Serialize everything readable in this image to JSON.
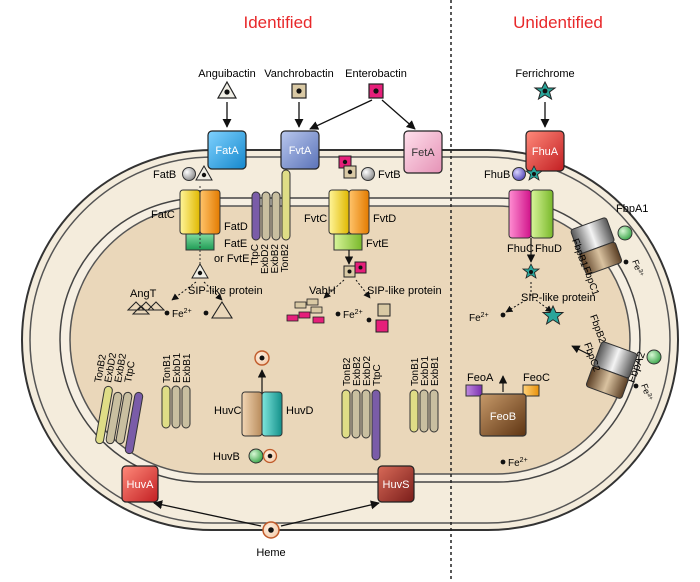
{
  "headings": {
    "left": "Identified",
    "right": "Unidentified"
  },
  "colors": {
    "heading": "#e8282a",
    "membrane_fill": "#f3ead9",
    "cytoplasm_fill": "#e9d6ba",
    "fatA": "#1fa3e6",
    "fvtA": "#7a92d0",
    "fetA": "#f3b0cc",
    "fhuA": "#d9323a",
    "huvA": "#db3a32",
    "huvS": "#9b2a28",
    "feoB": "#7b4a22"
  },
  "siderophores": {
    "anguibactin": "Anguibactin",
    "vanchrobactin": "Vanchrobactin",
    "enterobactin": "Enterobactin",
    "ferrichrome": "Ferrichrome",
    "heme": "Heme"
  },
  "outer_receptors": {
    "fatA": "FatA",
    "fvtA": "FvtA",
    "fetA": "FetA",
    "fhuA": "FhuA",
    "huvA": "HuvA",
    "huvS": "HuvS"
  },
  "periplasmic": {
    "fatB": "FatB",
    "fvtB": "FvtB",
    "fhuB": "FhuB",
    "huvB": "HuvB"
  },
  "tonb_complex": [
    "TtpC",
    "ExbD2",
    "ExbB2",
    "TonB2"
  ],
  "tonb_complex_left": [
    "TonB2",
    "ExbD2",
    "ExbB2",
    "TtpC"
  ],
  "tonb_complex_right": [
    "TonB2",
    "ExbB2",
    "ExbD2",
    "TtpC"
  ],
  "tonb1_complex": [
    "TonB1",
    "ExbD1",
    "ExbB1"
  ],
  "tonb1_complex_right": [
    "TonB1",
    "ExbD1",
    "ExbB1"
  ],
  "transporters": {
    "fatC": "FatC",
    "fatD": "FatD",
    "fatE": "FatE",
    "fatE_alt": "or FvtE",
    "fvtC": "FvtC",
    "fvtD": "FvtD",
    "fvtE": "FvtE",
    "fhuC": "FhuC",
    "fhuD": "FhuD",
    "huvC": "HuvC",
    "huvD": "HuvD"
  },
  "fbp": {
    "fbpA1": "FbpA1",
    "fbpB1": "FbpB1",
    "fbpC1": "FbpC1",
    "fbpA2": "FbpA2",
    "fbpB2": "FbpB2",
    "fbpC2": "FbpC2",
    "fe3_a": "Fe",
    "fe3_a_sup": "3+",
    "fe3_b": "Fe",
    "fe3_b_sup": "3+"
  },
  "feo": {
    "feoA": "FeoA",
    "feoB": "FeoB",
    "feoC": "FeoC"
  },
  "cytoplasm": {
    "angT": "AngT",
    "sip1": "SIP-like protein",
    "vabH": "VabH",
    "sip2": "SIP-like protein",
    "sip3": "SIP-like protein"
  },
  "iron": {
    "fe": "Fe",
    "fe2": "2+",
    "fe3": "3+"
  }
}
